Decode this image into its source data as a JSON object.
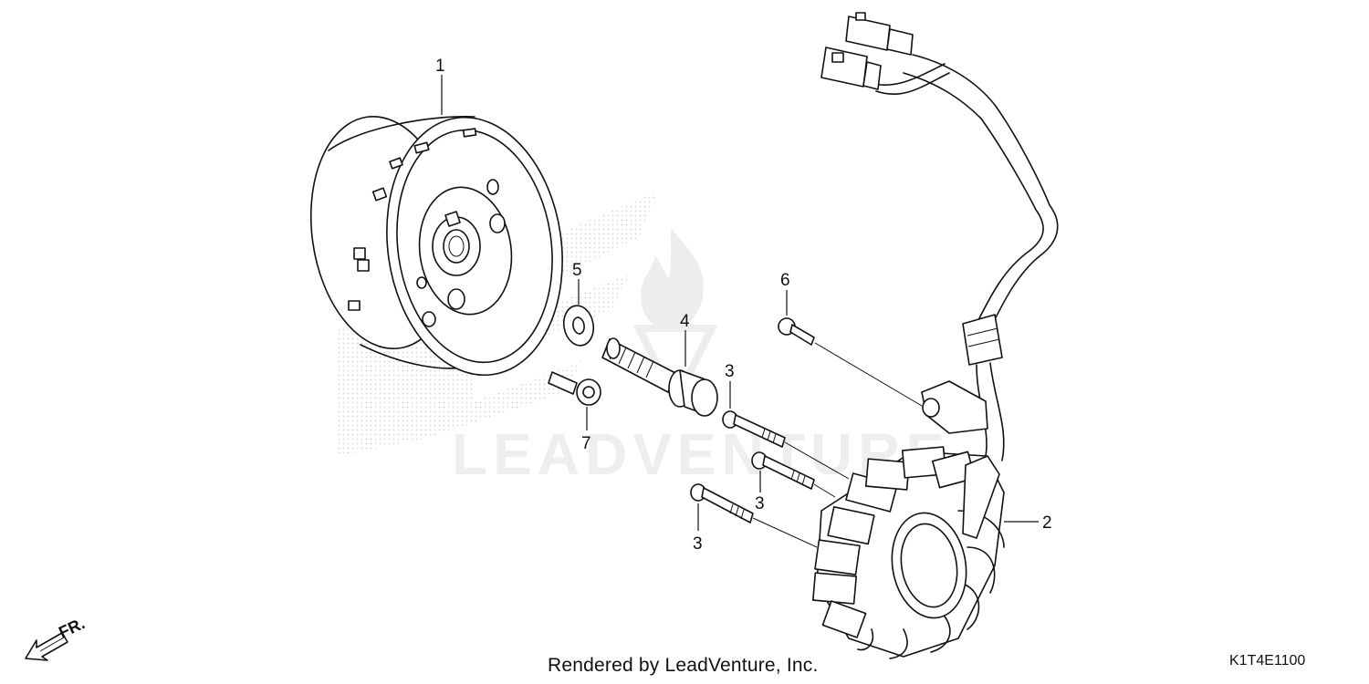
{
  "callouts": {
    "part_1": "1",
    "part_2": "2",
    "part_3a": "3",
    "part_3b": "3",
    "part_3c": "3",
    "part_4": "4",
    "part_5": "5",
    "part_6": "6",
    "part_7": "7"
  },
  "direction": {
    "label": "FR."
  },
  "footer": {
    "credit": "Rendered by LeadVenture, Inc.",
    "code": "K1T4E1100"
  },
  "watermark": {
    "text": "LEADVENTURE"
  }
}
